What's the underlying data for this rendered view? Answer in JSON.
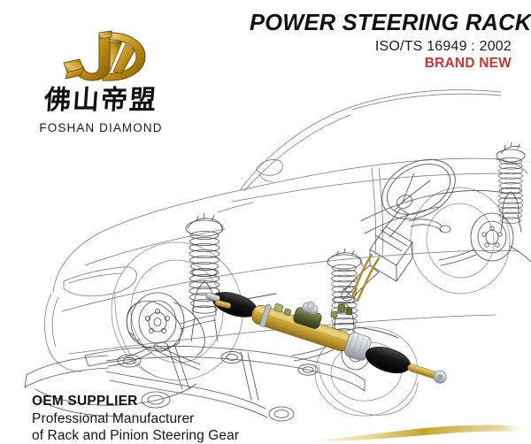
{
  "page": {
    "background_color": "#ffffff",
    "kind": "product-catalog-page"
  },
  "logo": {
    "monogram": "JD",
    "monogram_colors": [
      "#b8860b",
      "#f2d98a",
      "#8a6508"
    ],
    "chinese_name": "佛山帝盟",
    "english_name": "FOSHAN DIAMOND",
    "icon": "jd-monogram-icon"
  },
  "header": {
    "title": "POWER STEERING RACK",
    "certification": "ISO/TS 16949 : 2002",
    "badge": "BRAND NEW",
    "badge_color": "#cc3333",
    "title_color": "#111111"
  },
  "footer": {
    "line1": "OEM SUPPLIER",
    "line2": "Professional Manufacturer",
    "line3": "of Rack and Pinion Steering Gear",
    "text_color": "#141414"
  },
  "illustration": {
    "name": "car-front-suspension-cutaway-line-art",
    "description": "Technical line drawing of a car body outline with front suspension, steering column, steering wheel, subframe, brake discs and wheels",
    "line_color": "#4a4a52",
    "highlight_part": "power-steering-rack",
    "highlight_colors": {
      "housing": "#c8a032",
      "housing_light": "#e0c261",
      "boot": "#1c1c1c",
      "valve": "#5f6b3a",
      "metal": "#b9bcc0"
    }
  },
  "decoration": {
    "swoosh_label": "gold-gradient-swoosh",
    "swoosh_color": "#c9a227"
  }
}
